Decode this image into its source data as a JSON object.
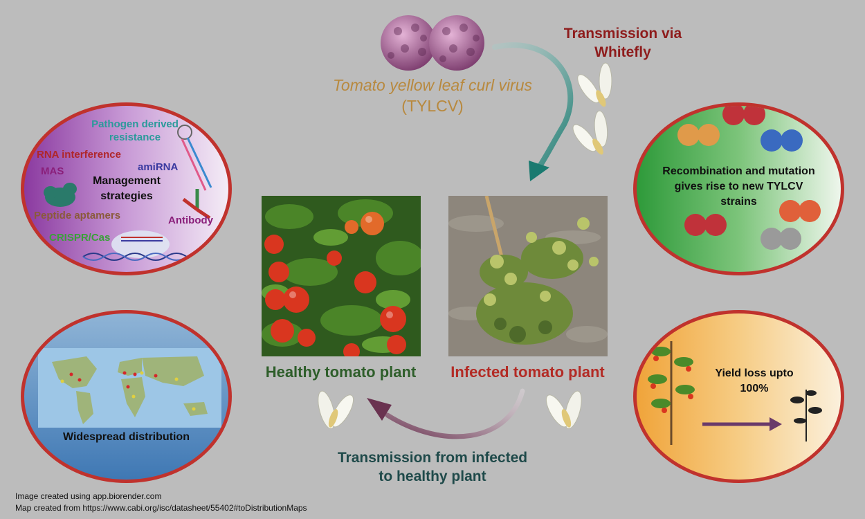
{
  "virus": {
    "name": "Tomato yellow leaf curl virus",
    "abbr": "(TYLCV)"
  },
  "transmission_whitefly": {
    "line1": "Transmission via",
    "line2": "Whitefly"
  },
  "transmission_plant": {
    "line1": "Transmission from infected",
    "line2": "to healthy plant"
  },
  "healthy_label": "Healthy tomato plant",
  "infected_label": "Infected tomato plant",
  "management": {
    "pathogen_line1": "Pathogen derived",
    "pathogen_line2": "resistance",
    "rnai": "RNA interference",
    "mas": "MAS",
    "amirna": "amiRNA",
    "title_line1": "Management",
    "title_line2": "strategies",
    "peptide": "Peptide aptamers",
    "antibody": "Antibody",
    "crispr": "CRISPR/Cas"
  },
  "recombination": {
    "line1": "Recombination and mutation",
    "line2": "gives rise to new TYLCV",
    "line3": "strains"
  },
  "distribution": "Widespread distribution",
  "yield": {
    "line1": "Yield loss upto",
    "line2": "100%"
  },
  "credits": {
    "line1": "Image created using app.biorender.com",
    "line2": "Map created from https://www.cabi.org/isc/datasheet/55402#toDistributionMaps"
  },
  "colors": {
    "background": "#bcbcbc",
    "oval_border": "#c0322d",
    "healthy_text": "#2e5e2a",
    "infected_text": "#b32b25",
    "virus_text": "#b8893e",
    "whitefly_text": "#8e1c1c",
    "plant_transmission_text": "#1f4a4a",
    "arrow_teal": "#1f7a72",
    "arrow_purple": "#6a3250"
  }
}
